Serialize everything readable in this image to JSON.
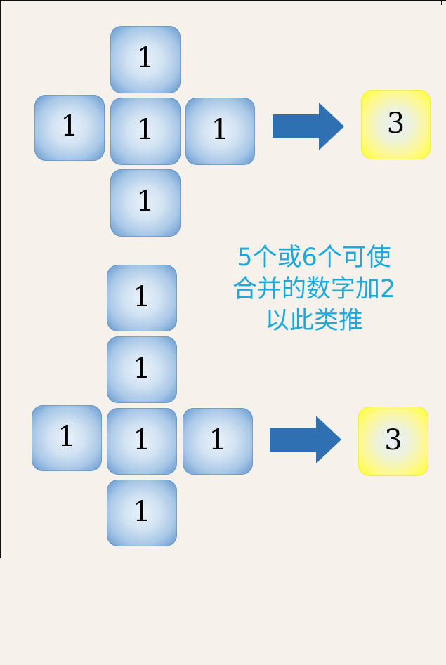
{
  "diagram": {
    "top": {
      "tiles": [
        "1",
        "1",
        "1",
        "1",
        "1"
      ],
      "result": "3"
    },
    "bottom": {
      "tiles": [
        "1",
        "1",
        "1",
        "1",
        "1",
        "1"
      ],
      "result": "3"
    },
    "caption": {
      "line1": "5个或6个可使",
      "line2": "合并的数字加2",
      "line3": "以此类推"
    },
    "colors": {
      "background": "#f6f1ea",
      "blue_tile": "#5f94cc",
      "yellow_tile": "#ffff2a",
      "arrow": "#2f70b2",
      "caption": "#1ba9de"
    }
  }
}
